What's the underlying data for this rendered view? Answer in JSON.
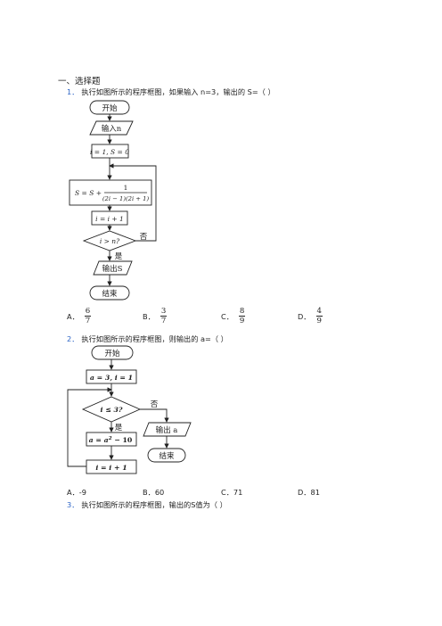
{
  "section": {
    "title": "一、选择题"
  },
  "q1": {
    "number": "1．",
    "text": "执行如图所示的程序框图，如果输入 n=3，输出的 S=（    ）",
    "flow": {
      "start": "开始",
      "input": "输入n",
      "init": "i = 1, S = 0",
      "update_lhs": "S = S +",
      "update_num": "1",
      "update_den": "(2i − 1)(2i + 1)",
      "increment": "i = i + 1",
      "decision": "i > n?",
      "no_label": "否",
      "yes_label": "是",
      "output": "输出S",
      "end": "结束"
    },
    "options": [
      {
        "label": "A．",
        "num": "6",
        "den": "7"
      },
      {
        "label": "B．",
        "num": "3",
        "den": "7"
      },
      {
        "label": "C．",
        "num": "8",
        "den": "9"
      },
      {
        "label": "D．",
        "num": "4",
        "den": "9"
      }
    ]
  },
  "q2": {
    "number": "2．",
    "text": "执行如图所示的程序框图，则输出的 a=（    ）",
    "flow": {
      "start": "开始",
      "init": "a = 3, i = 1",
      "decision": "i ≤ 3?",
      "no_label": "否",
      "yes_label": "是",
      "update_base": "a = a",
      "update_exp": "2",
      "update_tail": " − 10",
      "increment": "i = i + 1",
      "output": "输出 a",
      "end": "结束"
    },
    "options": [
      {
        "label": "A．",
        "value": "-9"
      },
      {
        "label": "B．",
        "value": "60"
      },
      {
        "label": "C．",
        "value": "71"
      },
      {
        "label": "D．",
        "value": "81"
      }
    ]
  },
  "q3": {
    "number": "3．",
    "text": "执行如图所示的程序框图，输出的S值为（    ）"
  }
}
